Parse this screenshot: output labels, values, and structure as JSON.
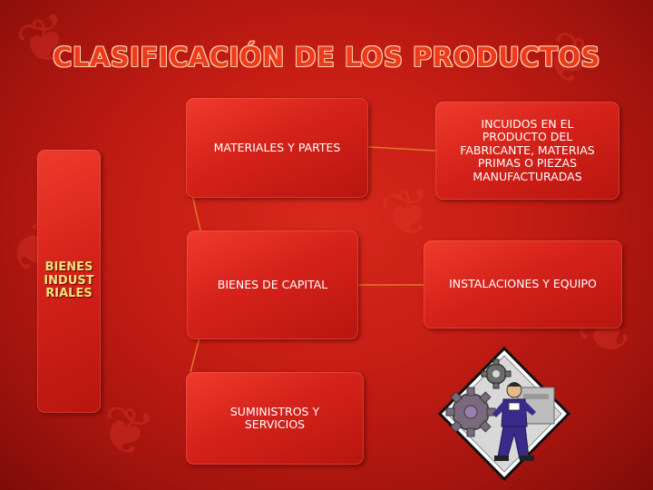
{
  "title": "CLASIFICACIÓN DE LOS PRODUCTOS",
  "diagram": {
    "main_node": {
      "label": "BIENES INDUST RIALES",
      "lines": [
        "BIENES",
        "INDUST",
        "RIALES"
      ]
    },
    "categories": [
      {
        "label": "MATERIALES Y PARTES"
      },
      {
        "label": "BIENES DE CAPITAL"
      },
      {
        "label": "SUMINISTROS Y SERVICIOS"
      }
    ],
    "details": [
      {
        "label": "INCUIDOS EN EL PRODUCTO DEL FABRICANTE, MATERIAS PRIMAS  O PIEZAS MANUFACTURADAS"
      },
      {
        "label": "INSTALACIONES Y EQUIPO"
      }
    ]
  },
  "clipart": {
    "icon": "worker-with-gears-icon"
  },
  "colors": {
    "background": "#c61d14",
    "title": "#ed3a1c",
    "box": "#d5221a",
    "main_text": "#f2e27a",
    "text": "#ffffff",
    "connector": "#e0782a"
  }
}
